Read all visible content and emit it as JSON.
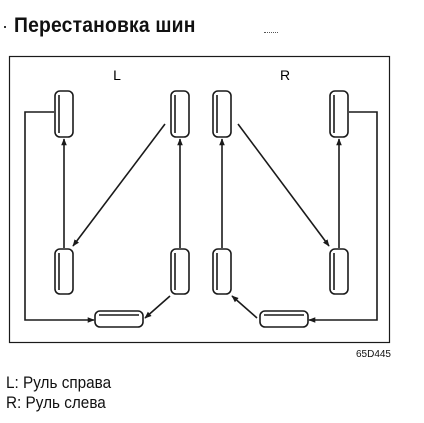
{
  "title": "Перестановка шин",
  "panels": {
    "left_label": "L",
    "right_label": "R"
  },
  "figure_code": "65D445",
  "legend": [
    {
      "key": "L:",
      "text": "Руль справа"
    },
    {
      "key": "R:",
      "text": "Руль слева"
    }
  ],
  "colors": {
    "line": "#1a1a1a",
    "background": "#ffffff"
  }
}
